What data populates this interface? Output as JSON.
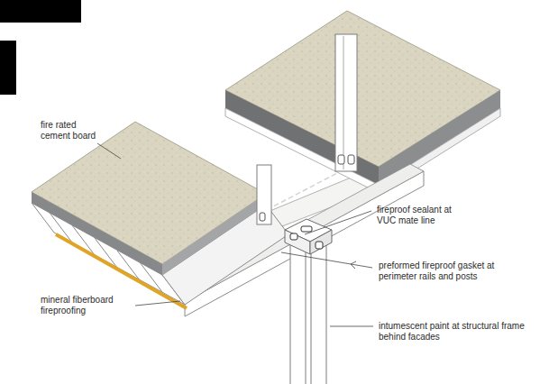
{
  "diagram": {
    "labels": [
      "fire rated cement board",
      "fireproof sealant at VUC mate line",
      "preformed fireproof gasket at perimeter rails and posts",
      "mineral fiberboard fireproofing",
      "intumescent paint at structural frame behind facades"
    ]
  }
}
